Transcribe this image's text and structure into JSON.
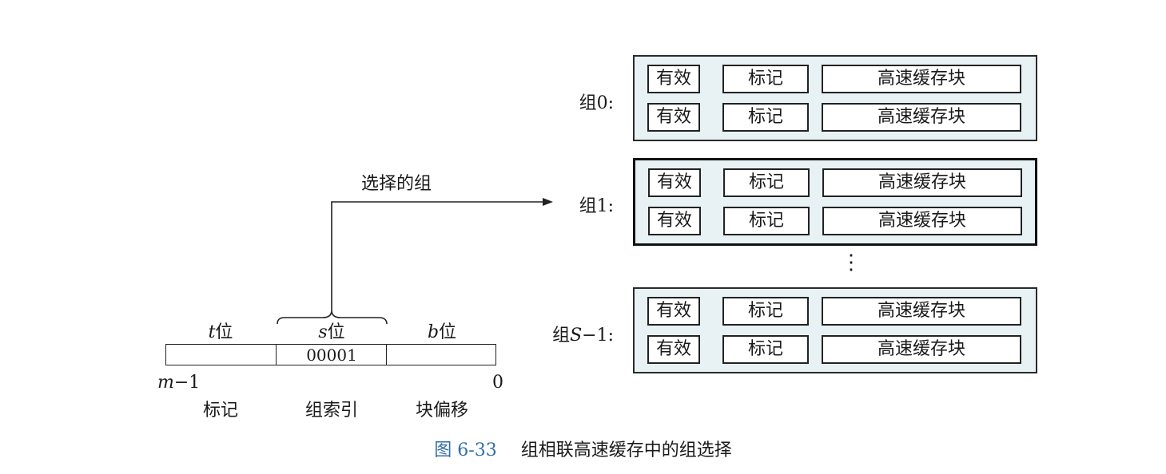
{
  "sets": [
    {
      "label": "组0:",
      "lines": [
        {
          "valid": "有效",
          "tag": "标记",
          "block": "高速缓存块"
        },
        {
          "valid": "有效",
          "tag": "标记",
          "block": "高速缓存块"
        }
      ]
    },
    {
      "label": "组1:",
      "selected": true,
      "lines": [
        {
          "valid": "有效",
          "tag": "标记",
          "block": "高速缓存块"
        },
        {
          "valid": "有效",
          "tag": "标记",
          "block": "高速缓存块"
        }
      ]
    },
    {
      "label_prefix": "组",
      "label_var": "S",
      "label_suffix": "−1:",
      "lines": [
        {
          "valid": "有效",
          "tag": "标记",
          "block": "高速缓存块"
        },
        {
          "valid": "有效",
          "tag": "标记",
          "block": "高速缓存块"
        }
      ]
    }
  ],
  "ellipsis": "⋮",
  "selected_arrow_label": "选择的组",
  "address": {
    "fields": [
      {
        "var": "t",
        "unit": "位",
        "value": "",
        "name": "标记"
      },
      {
        "var": "s",
        "unit": "位",
        "value": "00001",
        "name": "组索引"
      },
      {
        "var": "b",
        "unit": "位",
        "value": "",
        "name": "块偏移"
      }
    ],
    "high_bit_var": "m",
    "high_bit_suffix": "−1",
    "low_bit": "0"
  },
  "caption": {
    "figure_number": "图 6-33",
    "title": "组相联高速缓存中的组选择"
  }
}
